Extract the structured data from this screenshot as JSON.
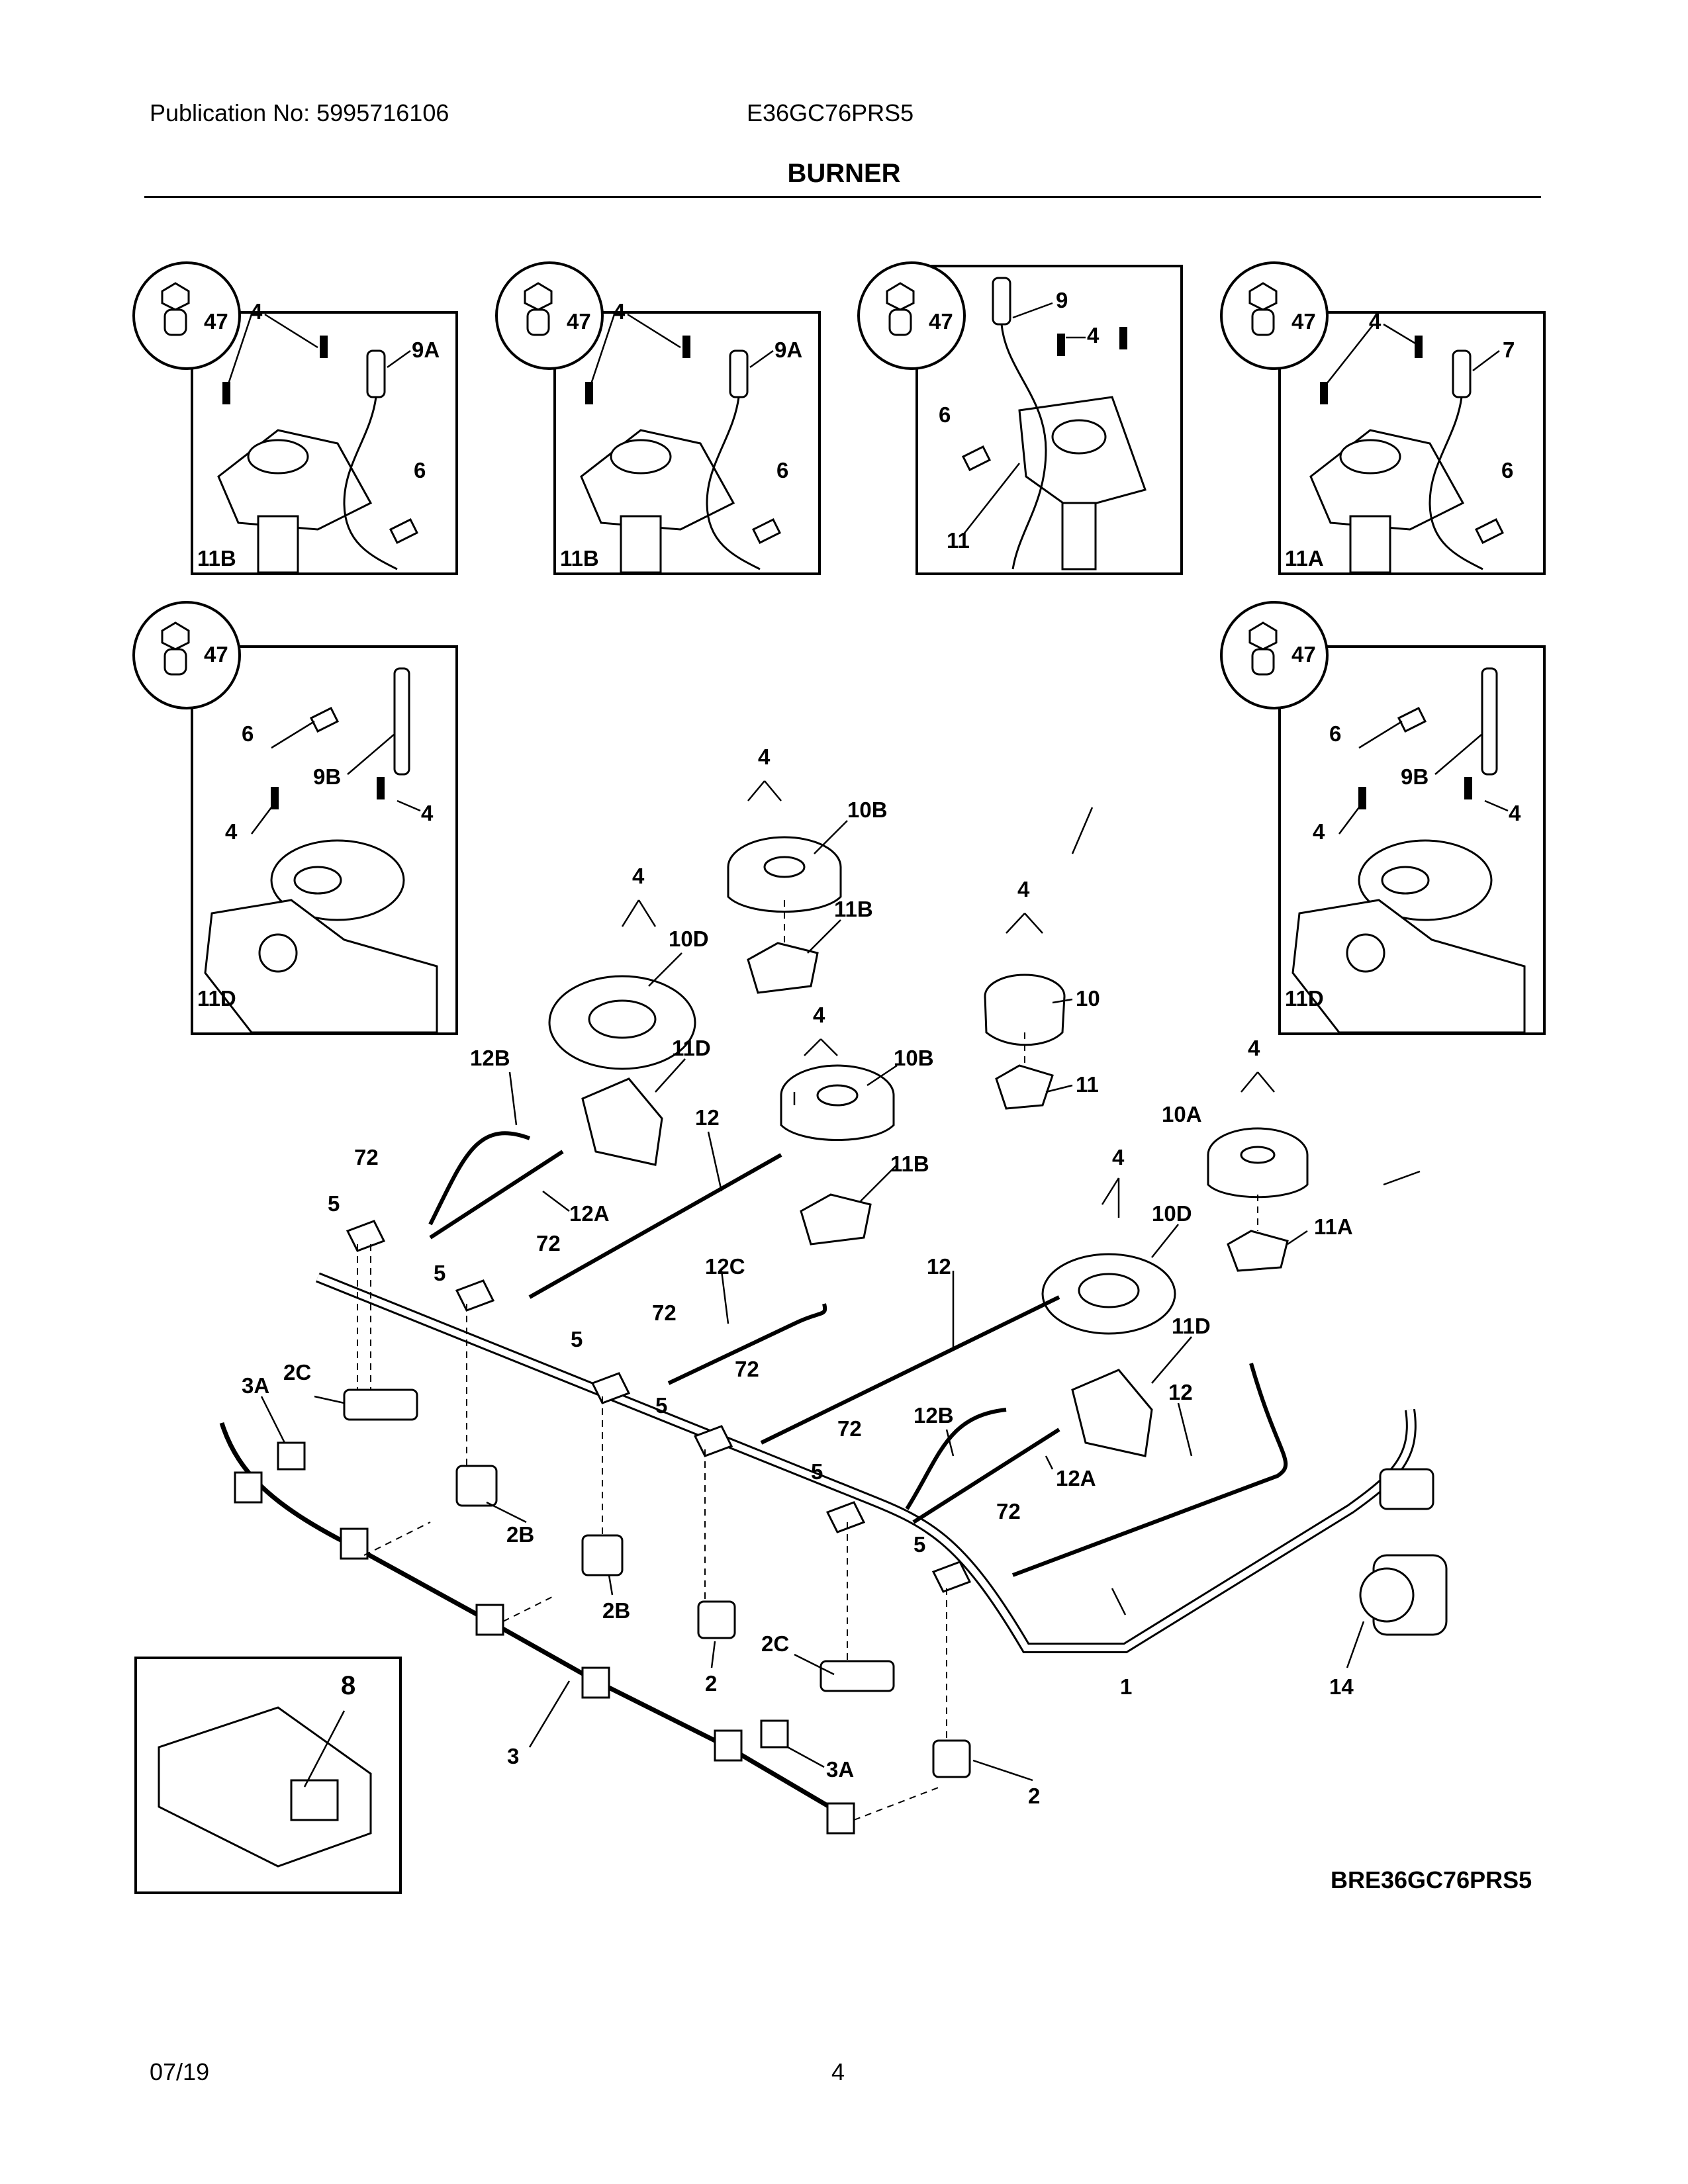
{
  "header": {
    "publication": "Publication No: 5995716106",
    "model": "E36GC76PRS5",
    "title": "BURNER"
  },
  "footer": {
    "date": "07/19",
    "page": "4",
    "diagram_ref": "BRE36GC76PRS5"
  },
  "labels": {
    "d1_47": "47",
    "d1_4": "4",
    "d1_9a": "9A",
    "d1_6": "6",
    "d1_11b": "11B",
    "d2_47": "47",
    "d2_4": "4",
    "d2_9a": "9A",
    "d2_6": "6",
    "d2_11b": "11B",
    "d3_47": "47",
    "d3_9": "9",
    "d3_4": "4",
    "d3_6": "6",
    "d3_11": "11",
    "d4_47": "47",
    "d4_4": "4",
    "d4_7": "7",
    "d4_6": "6",
    "d4_11a": "11A",
    "d5_47": "47",
    "d5_6": "6",
    "d5_9b": "9B",
    "d5_4a": "4",
    "d5_4b": "4",
    "d5_11d": "11D",
    "d6_47": "47",
    "d6_6": "6",
    "d6_9b": "9B",
    "d6_4a": "4",
    "d6_4b": "4",
    "d6_11d": "11D",
    "d7_8": "8",
    "m_4a": "4",
    "m_10b_top": "10B",
    "m_11b_top": "11B",
    "m_4b": "4",
    "m_10d_left": "10D",
    "m_12b_left": "12B",
    "m_11d_left": "11D",
    "m_4c": "4",
    "m_10b_mid": "10B",
    "m_12_left": "12",
    "m_11b_mid": "11B",
    "m_4d": "4",
    "m_10": "10",
    "m_11": "11",
    "m_4e": "4",
    "m_10a": "10A",
    "m_11a": "11A",
    "m_4f": "4",
    "m_10d_right": "10D",
    "m_11d_right": "11D",
    "m_72a": "72",
    "m_5a": "5",
    "m_12a_left": "12A",
    "m_72b": "72",
    "m_5b": "5",
    "m_12c": "12C",
    "m_72c": "72",
    "m_5c": "5",
    "m_12_mid": "12",
    "m_72d": "72",
    "m_5d": "5",
    "m_12b_right": "12B",
    "m_12_right": "12",
    "m_12a_right": "12A",
    "m_72e": "72",
    "m_5e": "5",
    "m_72f": "72",
    "m_5f": "5",
    "m_3a_left": "3A",
    "m_2c_left": "2C",
    "m_2b_a": "2B",
    "m_2b_b": "2B",
    "m_2_mid": "2",
    "m_2c_mid": "2C",
    "m_3a_mid": "3A",
    "m_2_right": "2",
    "m_1": "1",
    "m_14": "14",
    "m_3": "3"
  }
}
